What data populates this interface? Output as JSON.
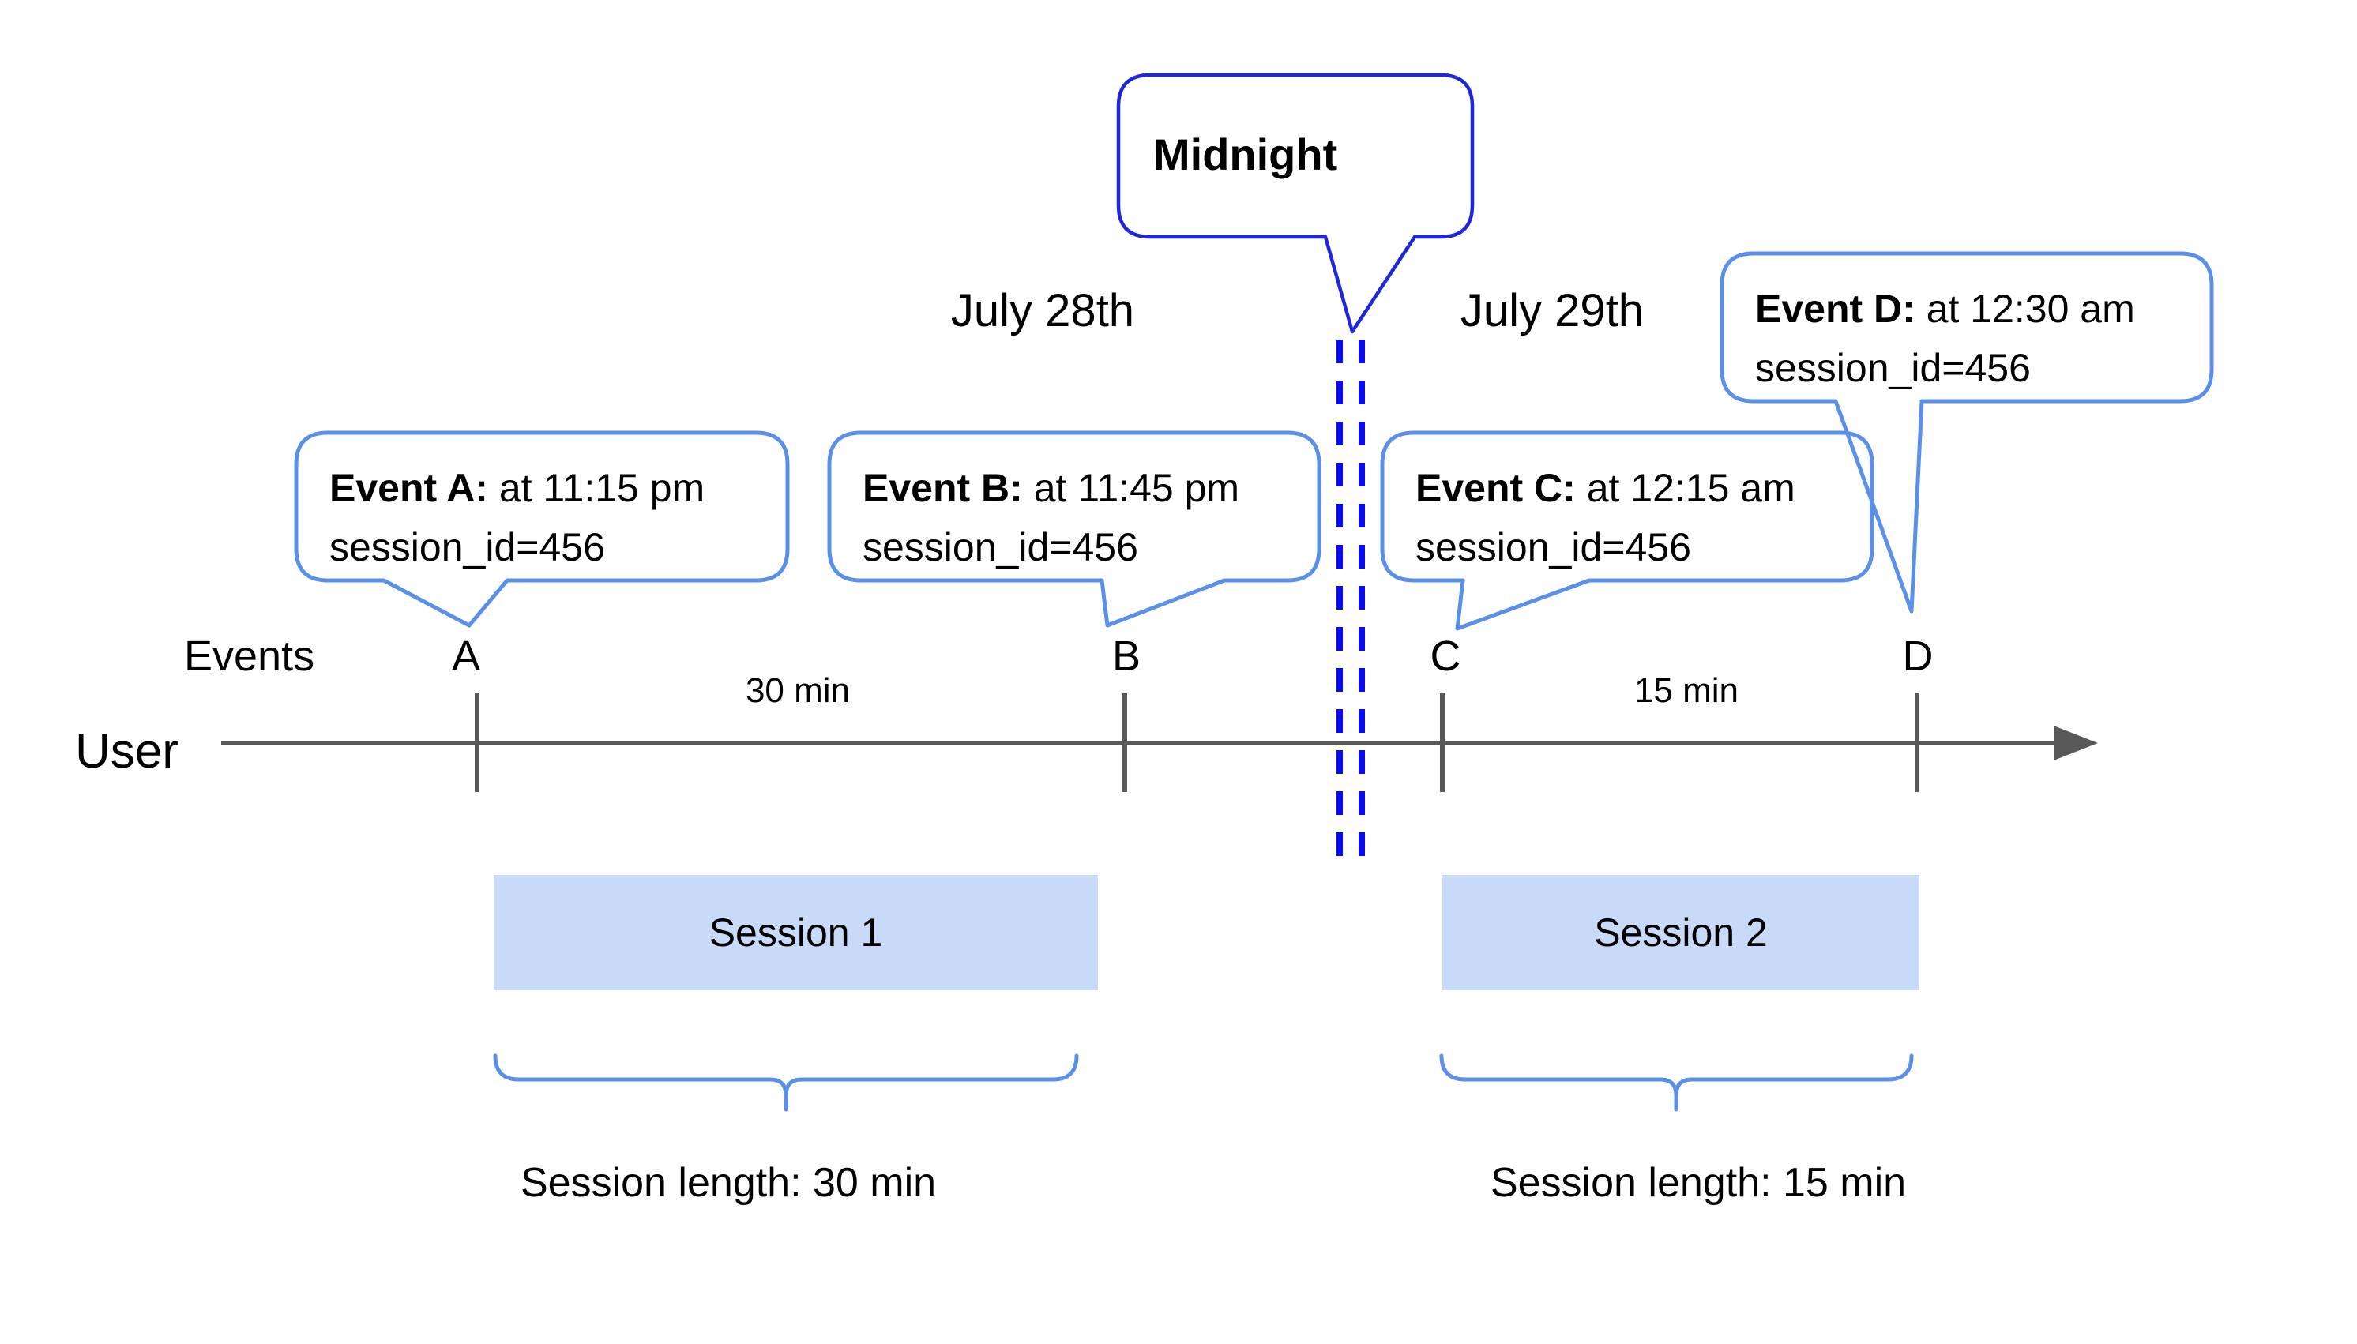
{
  "callout": {
    "label": "Midnight"
  },
  "dates": {
    "before": "July 28th",
    "after": "July 29th"
  },
  "events": [
    {
      "name": "Event A:",
      "time": " at 11:15 pm",
      "session": "session_id=456",
      "tick": "A"
    },
    {
      "name": "Event B:",
      "time": " at 11:45 pm",
      "session": "session_id=456",
      "tick": "B"
    },
    {
      "name": "Event C:",
      "time": " at 12:15 am",
      "session": "session_id=456",
      "tick": "C"
    },
    {
      "name": "Event D:",
      "time": " at 12:30 am",
      "session": "session_id=456",
      "tick": "D"
    }
  ],
  "timeline": {
    "row_label": "Events",
    "axis_label": "User",
    "intervals": [
      "30 min",
      "15 min"
    ]
  },
  "sessions": [
    {
      "label": "Session 1",
      "length": "Session length: 30 min"
    },
    {
      "label": "Session 2",
      "length": "Session length: 15 min"
    }
  ],
  "colors": {
    "bubble_border": "#5b90e8",
    "callout_border": "#2026d9",
    "dash_blue": "#0b0bf0",
    "line_gray": "#595959",
    "session_fill": "#c9daf8",
    "text": "#000000"
  }
}
